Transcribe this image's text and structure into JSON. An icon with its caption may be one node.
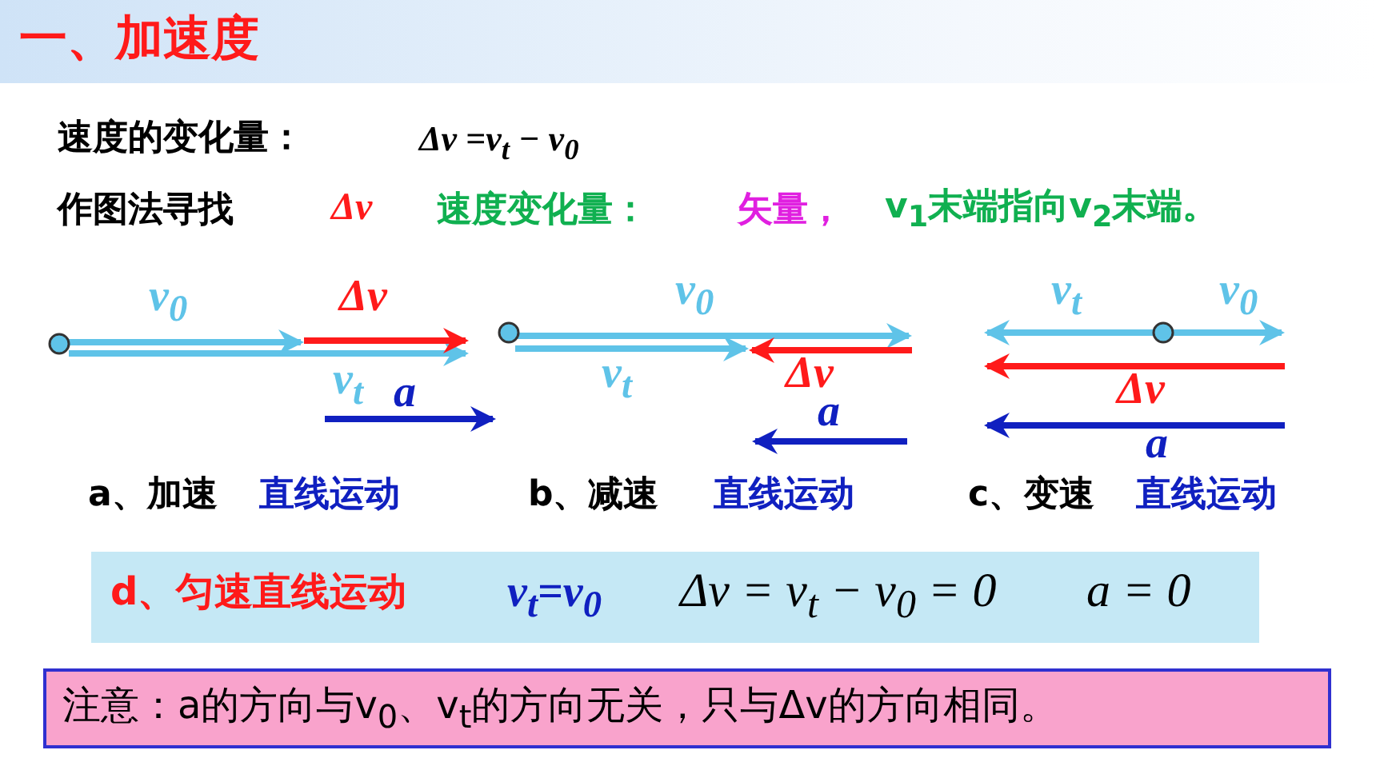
{
  "diagram": {
    "nodes": [
      {
        "text": [
          "一、加速度"
        ]
      },
      {
        "text": [
          "d、匀速直线运动",
          "v$_{t}$=v$_{0}$",
          "Δv = v$_{t}$ − v$_{0}$ = 0",
          "a = 0"
        ]
      },
      {
        "text": [
          "注意：a的方向与v$_{0}$、v$_{t}$的方向无关，只与Δv的方向相同。"
        ]
      }
    ],
    "labels": [
      "速度的变化量：",
      "Δv =v$_{t}$ − v$_{0}$",
      "作图法寻找",
      "Δv",
      "速度变化量：",
      "矢量，",
      "v$_{1}$末端指向v$_{2}$末端。",
      "v$_{0}$",
      "Δv",
      "v$_{t}$",
      "a",
      "v$_{0}$",
      "v$_{t}$",
      "Δv",
      "a",
      "v$_{t}$",
      "v$_{0}$",
      "Δv",
      "a",
      "a、加速",
      "直线运动",
      "b、减速",
      "直线运动",
      "c、变速",
      "直线运动"
    ]
  }
}
